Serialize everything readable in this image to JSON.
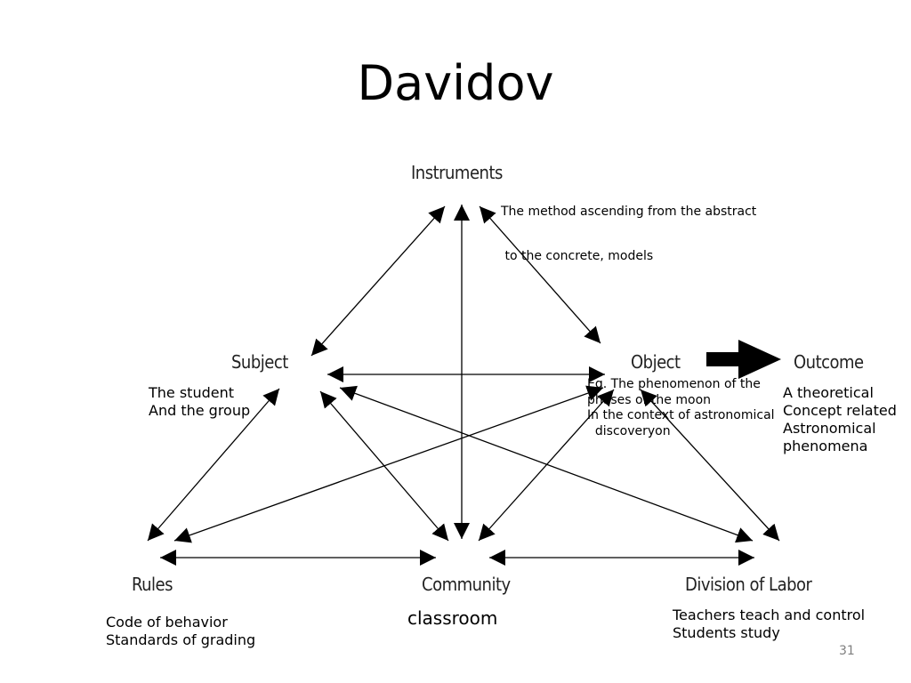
{
  "title": "Davidov",
  "nodes": {
    "instruments": "Instruments",
    "subject": "Subject",
    "object": "Object",
    "outcome": "Outcome",
    "rules": "Rules",
    "community": "Community",
    "division": "Division of Labor"
  },
  "notes": {
    "instruments": [
      "The method ascending from the abstract",
      " to the concrete, models"
    ],
    "subject": [
      "The student",
      "And the group"
    ],
    "object": [
      "Eg. The phenomenon of the",
      "phases of the moon",
      "In the context of astronomical",
      "  discoveryon"
    ],
    "outcome": [
      "A theoretical",
      "Concept related",
      "Astronomical",
      "phenomena"
    ],
    "rules": [
      "Code of behavior",
      "Standards of grading"
    ],
    "community": [
      "classroom"
    ],
    "division": [
      "Teachers teach and control",
      "Students study"
    ]
  },
  "page_number": "31"
}
